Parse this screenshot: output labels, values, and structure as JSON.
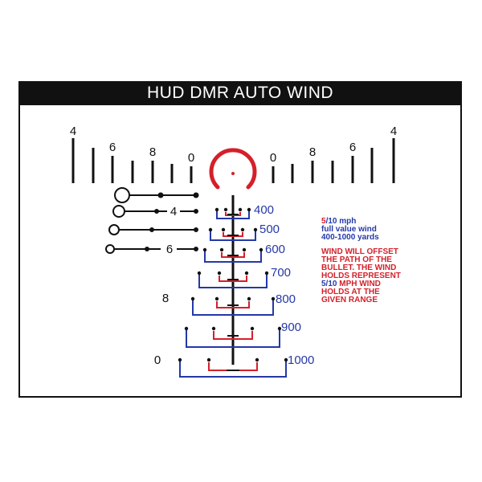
{
  "title": "HUD DMR AUTO WIND",
  "colors": {
    "primary": "#111111",
    "red": "#d4202a",
    "blue": "#2438a8"
  },
  "top_scale": {
    "labels": [
      "4",
      "6",
      "8",
      "0",
      "0",
      "8",
      "6",
      "4"
    ]
  },
  "wind_dots": {
    "labels": [
      "4",
      "6"
    ]
  },
  "elevation_labels": [
    "8",
    "0"
  ],
  "ranges": [
    "400",
    "500",
    "600",
    "700",
    "800",
    "900",
    "1000"
  ],
  "legend": {
    "value_num": "5",
    "value_rest": "/10 mph",
    "line2": "full value wind",
    "line3": "400-1000 yards"
  },
  "offset_note": {
    "line1": "WIND WILL OFFSET",
    "line2": "THE PATH OF THE",
    "line3": "BULLET. THE WIND",
    "line4": "HOLDS REPRESENT",
    "line5_num": "5/10",
    "line5_rest": " MPH WIND",
    "line6": "HOLDS AT THE",
    "line7": "GIVEN RANGE"
  }
}
